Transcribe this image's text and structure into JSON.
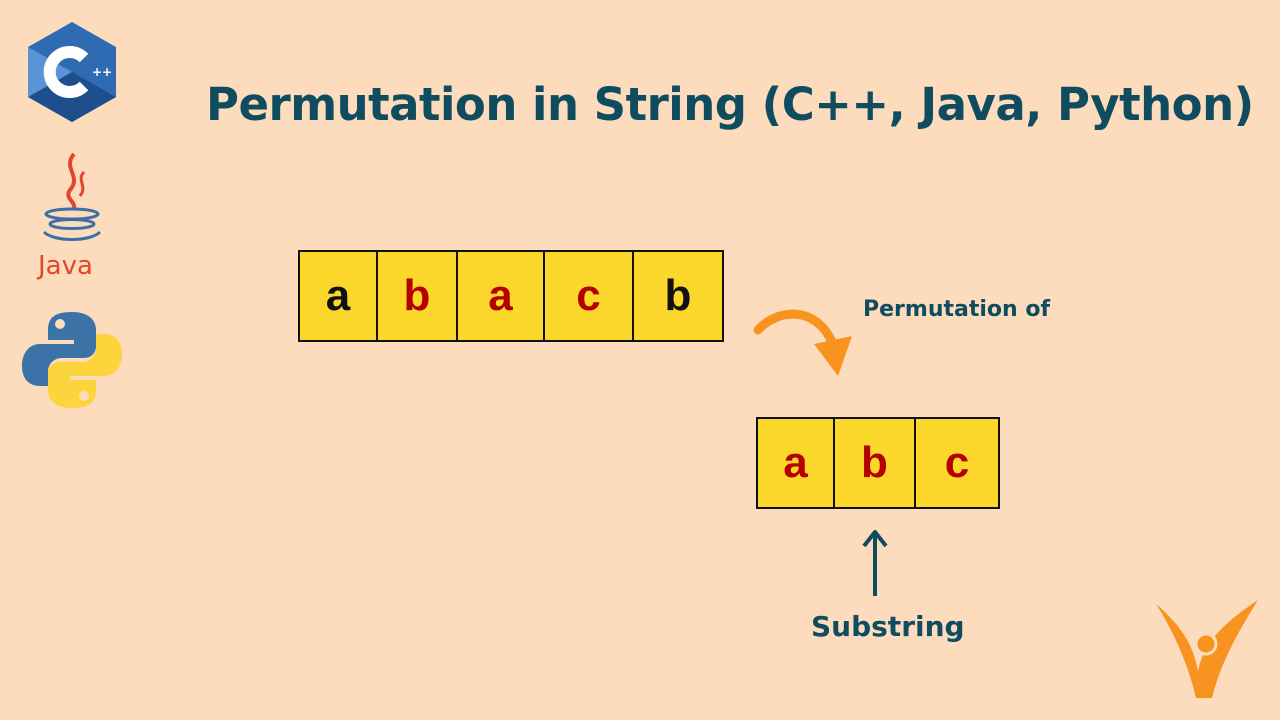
{
  "title": "Permutation in String (C++, Java, Python)",
  "icons": {
    "cpp": "cpp-logo-icon",
    "java": "java-logo-icon",
    "python": "python-logo-icon",
    "brand": "brand-logo-icon"
  },
  "logo_text": {
    "cpp": "C++",
    "java": "Java"
  },
  "main_string": [
    {
      "char": "a",
      "color": "#111111"
    },
    {
      "char": "b",
      "color": "#b50000"
    },
    {
      "char": "a",
      "color": "#b50000"
    },
    {
      "char": "c",
      "color": "#b50000"
    },
    {
      "char": "b",
      "color": "#111111"
    }
  ],
  "pattern_string": [
    {
      "char": "a",
      "color": "#b50000"
    },
    {
      "char": "b",
      "color": "#b50000"
    },
    {
      "char": "c",
      "color": "#b50000"
    }
  ],
  "labels": {
    "permutation": "Permutation of",
    "substring": "Substring"
  },
  "colors": {
    "background": "#fcdcbc",
    "cell_fill": "#fad72a",
    "title": "#0f4c5f",
    "arrow_orange": "#f7931e",
    "highlight_char": "#b50000"
  }
}
